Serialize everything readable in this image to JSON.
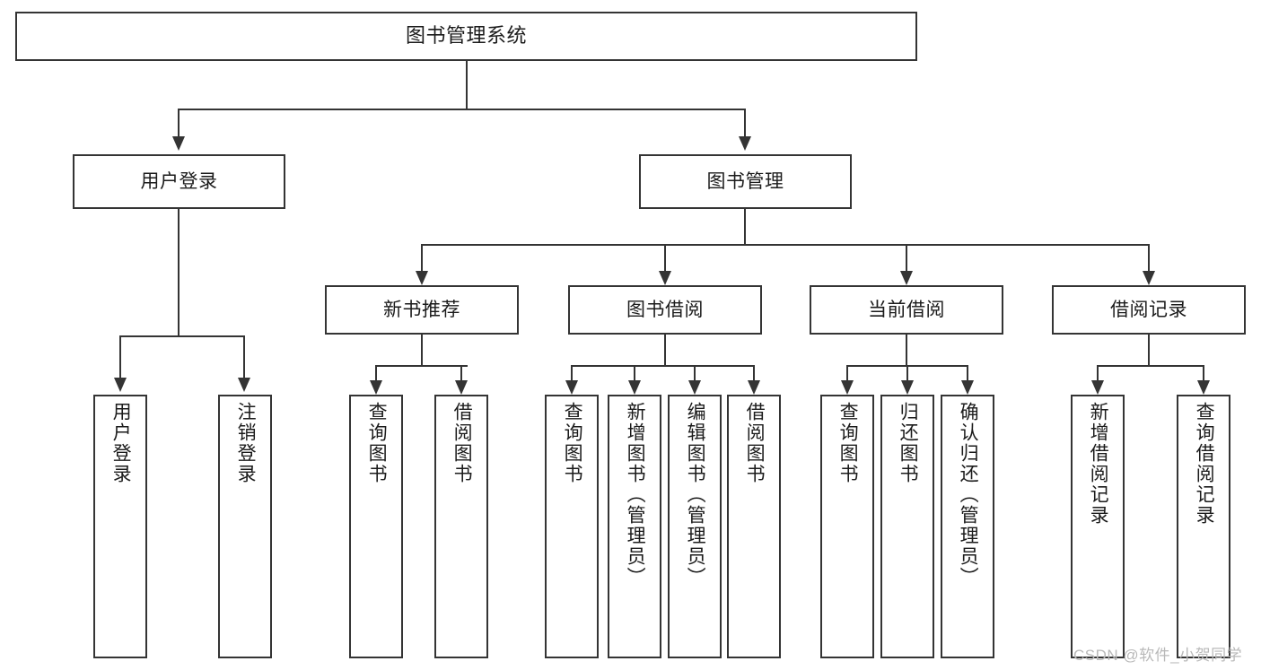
{
  "diagram": {
    "type": "tree-hierarchy-diagram",
    "title": "图书管理系统",
    "root": {
      "id": "root",
      "label": "图书管理系统"
    },
    "level2": [
      {
        "id": "user-login",
        "label": "用户登录"
      },
      {
        "id": "book-manage",
        "label": "图书管理"
      }
    ],
    "level3": [
      {
        "id": "new-book-rec",
        "label": "新书推荐",
        "parent": "book-manage"
      },
      {
        "id": "book-borrow",
        "label": "图书借阅",
        "parent": "book-manage"
      },
      {
        "id": "current-borrow",
        "label": "当前借阅",
        "parent": "book-manage"
      },
      {
        "id": "borrow-record",
        "label": "借阅记录",
        "parent": "book-manage"
      }
    ],
    "leaves": {
      "user_login": [
        {
          "id": "leaf-user-login",
          "label": "用户登录"
        },
        {
          "id": "leaf-user-logout",
          "label": "注销登录"
        }
      ],
      "new_book_rec": [
        {
          "id": "leaf-query-book-1",
          "label": "查询图书"
        },
        {
          "id": "leaf-borrow-book-1",
          "label": "借阅图书"
        }
      ],
      "book_borrow": [
        {
          "id": "leaf-query-book-2",
          "label": "查询图书"
        },
        {
          "id": "leaf-add-book",
          "label": "新增图书（管理员）"
        },
        {
          "id": "leaf-edit-book",
          "label": "编辑图书（管理员）"
        },
        {
          "id": "leaf-borrow-book-2",
          "label": "借阅图书"
        }
      ],
      "current_borrow": [
        {
          "id": "leaf-query-book-3",
          "label": "查询图书"
        },
        {
          "id": "leaf-return-book",
          "label": "归还图书"
        },
        {
          "id": "leaf-confirm-return",
          "label": "确认归还（管理员）"
        }
      ],
      "borrow_record": [
        {
          "id": "leaf-add-record",
          "label": "新增借阅记录"
        },
        {
          "id": "leaf-query-record",
          "label": "查询借阅记录"
        }
      ]
    }
  },
  "watermark": {
    "text": "CSDN @软件_小贺同学"
  },
  "colors": {
    "stroke": "#343434",
    "text": "#1b1b1b",
    "background": "#ffffff",
    "watermark": "#b9b9b9"
  }
}
